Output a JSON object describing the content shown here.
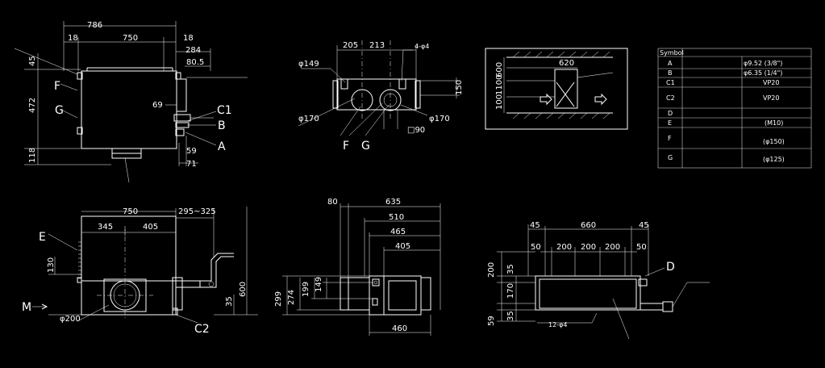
{
  "top_left": {
    "dims": [
      "786",
      "18",
      "750",
      "18",
      "284",
      "80.5",
      "45",
      "472",
      "118",
      "69",
      "59",
      "71"
    ],
    "labels": [
      "F",
      "G",
      "C1",
      "B",
      "A"
    ]
  },
  "top_middle": {
    "dims": [
      "205",
      "213",
      "4-φ4",
      "φ149",
      "150",
      "φ170",
      "φ170",
      "□90"
    ],
    "labels": [
      "F",
      "G"
    ]
  },
  "top_right_install": {
    "dims": [
      "620",
      "600",
      "1100",
      "100"
    ]
  },
  "symbol_table": {
    "header": "Symbol",
    "rows": [
      {
        "symbol": "A",
        "value": "φ9.52 (3/8\")"
      },
      {
        "symbol": "B",
        "value": "φ6.35 (1/4\")"
      },
      {
        "symbol": "C1",
        "value": "VP20"
      },
      {
        "symbol": "C2",
        "value": "VP20"
      },
      {
        "symbol": "D",
        "value": ""
      },
      {
        "symbol": "E",
        "value": "(M10)"
      },
      {
        "symbol": "F",
        "value": "(φ150)"
      },
      {
        "symbol": "G",
        "value": "(φ125)"
      }
    ]
  },
  "bottom_left": {
    "dims": [
      "750",
      "345",
      "405",
      "295~325",
      "130",
      "35",
      "600",
      "φ200"
    ],
    "labels": [
      "E",
      "M",
      "C2"
    ]
  },
  "bottom_middle": {
    "dims": [
      "80",
      "635",
      "510",
      "465",
      "405",
      "299",
      "274",
      "199",
      "149",
      "460"
    ]
  },
  "bottom_right": {
    "dims": [
      "45",
      "660",
      "45",
      "50",
      "200",
      "200",
      "200",
      "50",
      "200",
      "35",
      "170",
      "35",
      "59",
      "12-φ4"
    ],
    "labels": [
      "D"
    ]
  }
}
